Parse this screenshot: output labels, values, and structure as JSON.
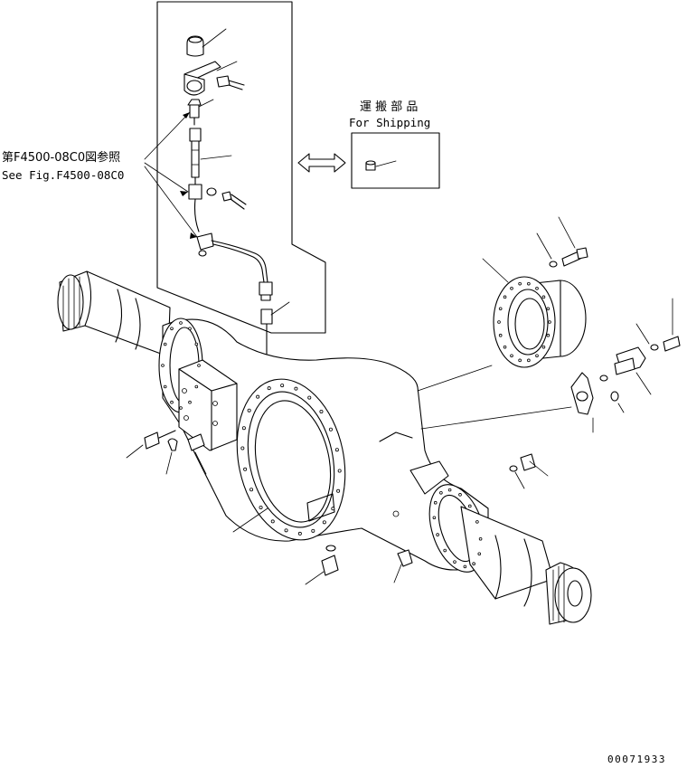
{
  "reference": {
    "jp": "第F4500-08C0図参照",
    "en": "See Fig.F4500-08C0"
  },
  "shipping": {
    "jp": "運 搬 部 品",
    "en": "For Shipping"
  },
  "drawing_number": "00071933"
}
